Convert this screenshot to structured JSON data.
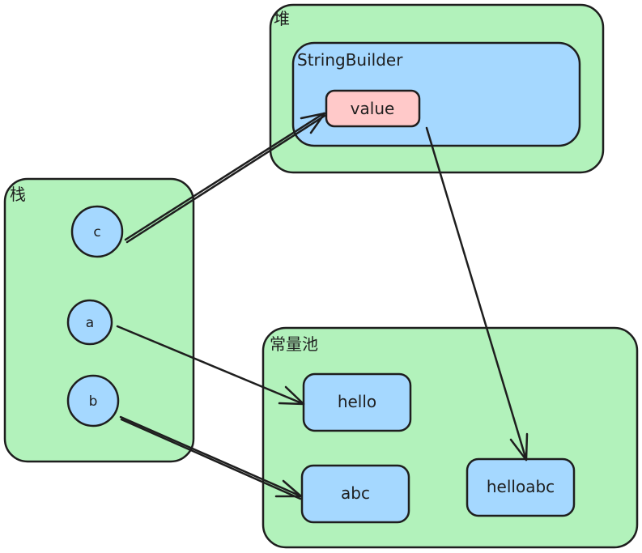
{
  "diagram": {
    "regions": {
      "heap": {
        "title": "堆"
      },
      "stack": {
        "title": "栈"
      },
      "constant_pool": {
        "title": "常量池"
      }
    },
    "heap_objects": {
      "stringbuilder": {
        "title": "StringBuilder",
        "field": "value"
      }
    },
    "stack_vars": {
      "c": "c",
      "a": "a",
      "b": "b"
    },
    "pool_strings": {
      "hello": "hello",
      "abc": "abc",
      "helloabc": "helloabc"
    },
    "edges": [
      {
        "from": "c",
        "to": "StringBuilder.value"
      },
      {
        "from": "a",
        "to": "hello"
      },
      {
        "from": "b",
        "to": "abc"
      },
      {
        "from": "StringBuilder.value",
        "to": "helloabc"
      }
    ],
    "colors": {
      "region_fill": "#b2f2bb",
      "object_fill": "#a5d8ff",
      "field_fill": "#ffc9c9",
      "stroke": "#1e1e1e"
    }
  }
}
